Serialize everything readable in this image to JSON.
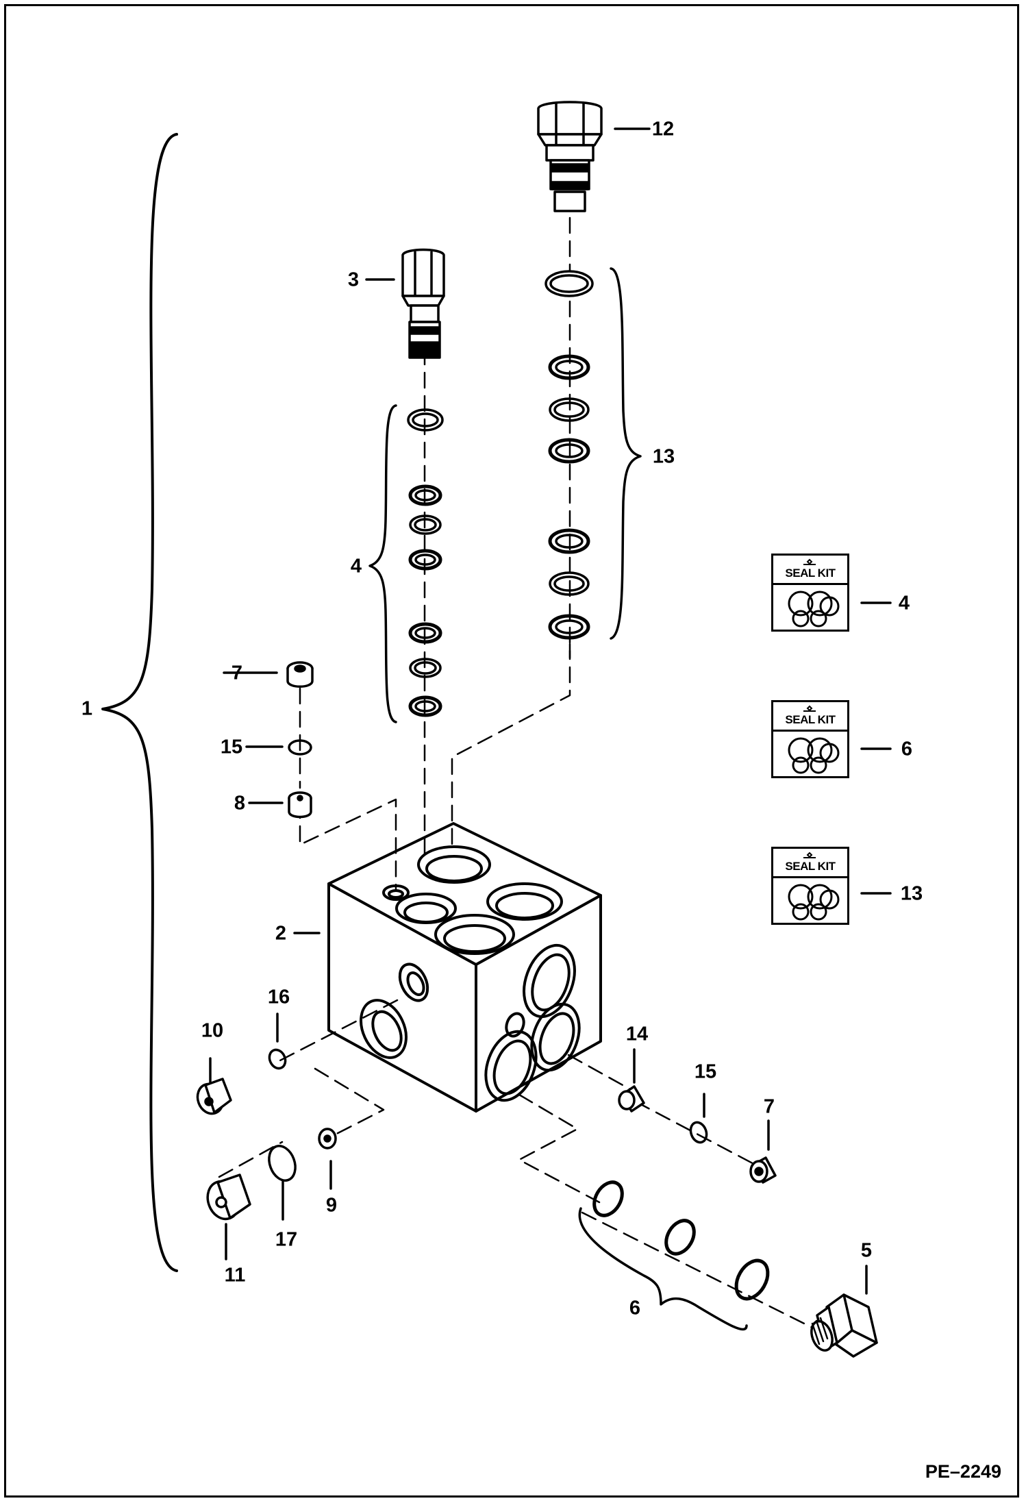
{
  "diagram": {
    "drawing_code": "PE–2249",
    "seal_kit_text": "SEAL KIT",
    "callouts": [
      {
        "id": "c1",
        "text": "1"
      },
      {
        "id": "c2",
        "text": "2"
      },
      {
        "id": "c3",
        "text": "3"
      },
      {
        "id": "c4a",
        "text": "4"
      },
      {
        "id": "c4b",
        "text": "4"
      },
      {
        "id": "c5",
        "text": "5"
      },
      {
        "id": "c6a",
        "text": "6"
      },
      {
        "id": "c6b",
        "text": "6"
      },
      {
        "id": "c7a",
        "text": "7"
      },
      {
        "id": "c7b",
        "text": "7"
      },
      {
        "id": "c8",
        "text": "8"
      },
      {
        "id": "c9",
        "text": "9"
      },
      {
        "id": "c10",
        "text": "10"
      },
      {
        "id": "c11",
        "text": "11"
      },
      {
        "id": "c12",
        "text": "12"
      },
      {
        "id": "c13a",
        "text": "13"
      },
      {
        "id": "c13b",
        "text": "13"
      },
      {
        "id": "c14",
        "text": "14"
      },
      {
        "id": "c15a",
        "text": "15"
      },
      {
        "id": "c15b",
        "text": "15"
      },
      {
        "id": "c16",
        "text": "16"
      },
      {
        "id": "c17",
        "text": "17"
      }
    ]
  }
}
